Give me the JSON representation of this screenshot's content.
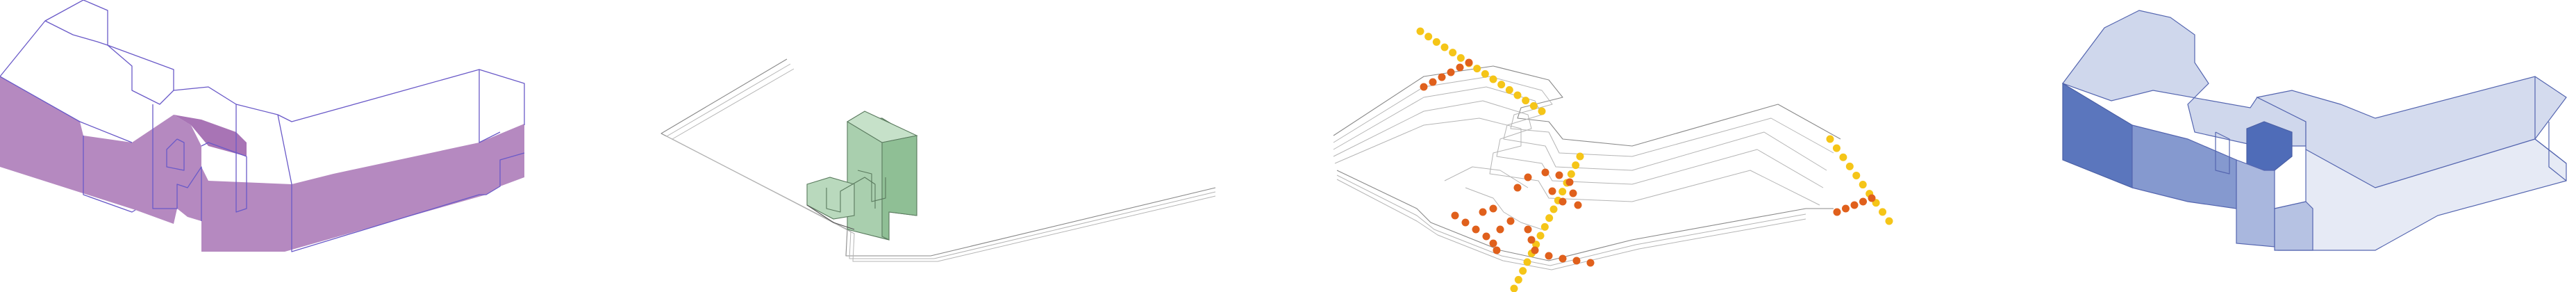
{
  "panels": [
    {
      "id": "panel-1",
      "subject": "massing-with-highlighted-lower-facade"
    },
    {
      "id": "panel-2",
      "subject": "site-lines-with-green-volume"
    },
    {
      "id": "panel-3",
      "subject": "contour-terraces-with-dotted-paths"
    },
    {
      "id": "panel-4",
      "subject": "massing-with-blue-shaded-volumes"
    }
  ],
  "colors": {
    "violet_fill": "#b589c0",
    "violet_line": "#6a5ac8",
    "green_fill": "#a9cfae",
    "grey_line": "#8a8a8a",
    "dot_yellow": "#f5c518",
    "dot_orange": "#e0601c",
    "blue_dark": "#5b76bd",
    "blue_mid": "#8599cf",
    "blue_light": "#cfd7ec",
    "blue_pale": "#e6eaf5"
  },
  "dot_paths": [
    {
      "color": "dot_yellow",
      "name": "upper-left-yellow-row"
    },
    {
      "color": "dot_orange",
      "name": "upper-left-orange-row"
    },
    {
      "color": "dot_yellow",
      "name": "central-yellow-diagonal"
    },
    {
      "color": "dot_orange",
      "name": "central-orange-loop"
    },
    {
      "color": "dot_yellow",
      "name": "right-yellow-row"
    },
    {
      "color": "dot_orange",
      "name": "right-orange-row"
    }
  ]
}
